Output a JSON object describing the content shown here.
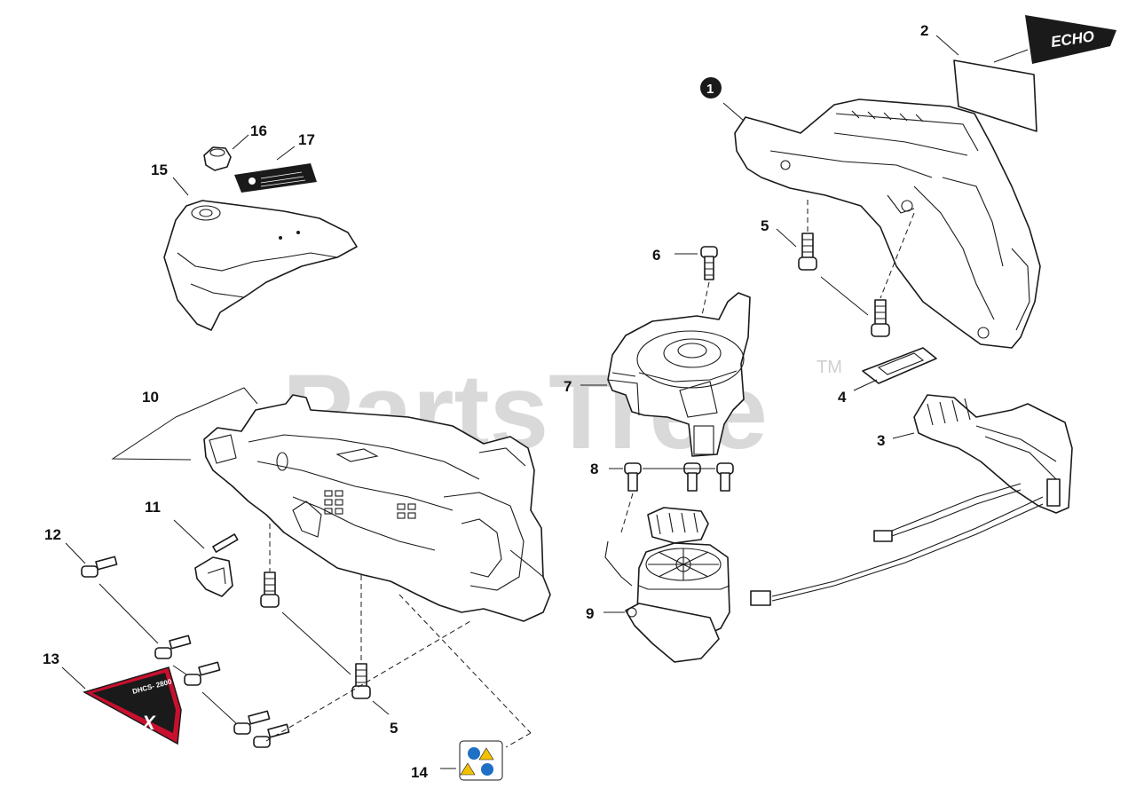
{
  "watermark": {
    "text": "PartsTree",
    "trademark": "TM"
  },
  "callouts": {
    "c1": "1",
    "c2": "2",
    "c3": "3",
    "c4": "4",
    "c5_upper": "5",
    "c5_lower": "5",
    "c6": "6",
    "c7": "7",
    "c8": "8",
    "c9": "9",
    "c10": "10",
    "c11": "11",
    "c12": "12",
    "c13": "13",
    "c14": "14",
    "c15": "15",
    "c16": "16",
    "c17": "17"
  },
  "decals": {
    "echo_logo": "ECHO",
    "model_label": "DHCS- 2800",
    "model_mark": "X"
  },
  "colors": {
    "decal_red": "#c8102e",
    "decal_black": "#1a1a1a",
    "warning_blue": "#1f6fc5",
    "warning_yellow": "#f2c100"
  }
}
